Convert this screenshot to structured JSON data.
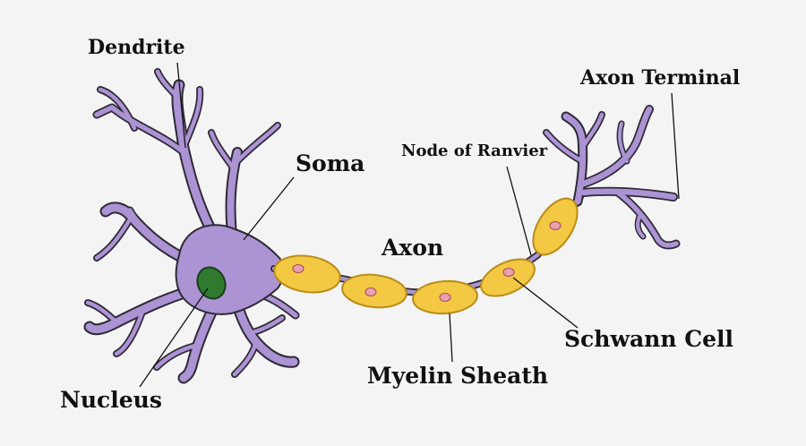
{
  "labels": {
    "dendrite": "Dendrite",
    "soma": "Soma",
    "axon": "Axon",
    "node_of_ranvier": "Node of Ranvier",
    "axon_terminal": "Axon Terminal",
    "schwann_cell": "Schwann Cell",
    "myelin_sheath": "Myelin Sheath",
    "nucleus": "Nucleus"
  },
  "colors": {
    "background": "#f4f4f4",
    "cell_body": "#ab93d4",
    "outline": "#2e2a35",
    "myelin": "#f3c842",
    "myelin_outline": "#b88d1a",
    "schwann_nucleus": "#eaa0b0",
    "nucleus": "#2f7a2f"
  }
}
